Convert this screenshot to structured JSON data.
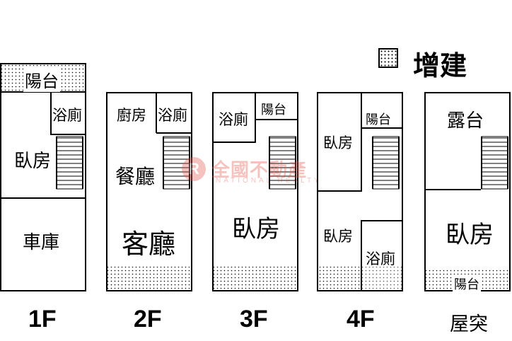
{
  "legend": {
    "label": "增建"
  },
  "watermark": {
    "logo_letter": "R",
    "name": "全國不動產",
    "sub": "NATIONAL REALTY"
  },
  "floors": {
    "f1": {
      "label": "1F",
      "rooms": {
        "balcony": "陽台",
        "bath": "浴廁",
        "bedroom": "臥房",
        "garage": "車庫"
      }
    },
    "f2": {
      "label": "2F",
      "rooms": {
        "kitchen": "廚房",
        "bath": "浴廁",
        "dining": "餐廳",
        "living": "客廳"
      }
    },
    "f3": {
      "label": "3F",
      "rooms": {
        "bath": "浴廁",
        "balcony": "陽台",
        "bedroom": "臥房"
      }
    },
    "f4": {
      "label": "4F",
      "rooms": {
        "bedroom_top": "臥房",
        "balcony": "陽台",
        "bedroom_bottom": "臥房",
        "bath": "浴廁"
      }
    },
    "roof": {
      "label": "屋突",
      "rooms": {
        "terrace": "露台",
        "bedroom": "臥房",
        "balcony": "陽台"
      }
    }
  }
}
